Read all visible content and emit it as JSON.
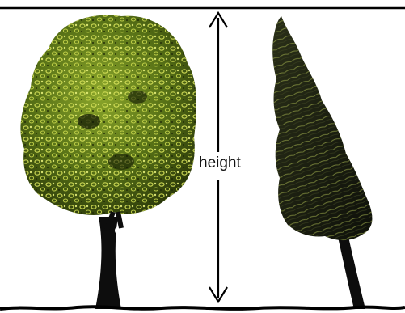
{
  "diagram": {
    "measure_label": "height",
    "colors": {
      "foliage_light": "#c7d64a",
      "foliage_mid": "#6f8f1e",
      "foliage_dark": "#1f2a08",
      "conifer_dark": "#1b1e10",
      "trunk": "#111111",
      "line": "#000000"
    },
    "elements": {
      "left_tree": "deciduous-tree",
      "right_tree": "conifer-tree",
      "arrow": "double-headed-vertical-arrow"
    }
  }
}
